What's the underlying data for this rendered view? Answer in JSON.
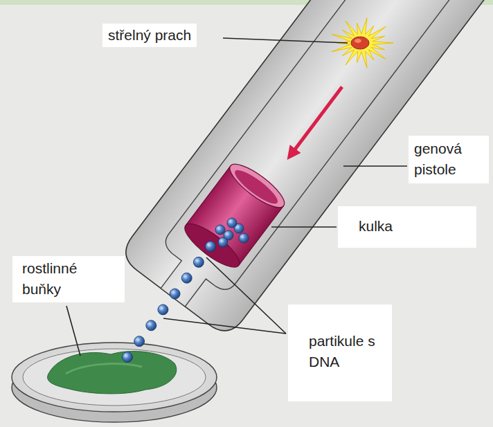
{
  "diagram": {
    "nodes": [
      {
        "text": [
          "střelný prach"
        ]
      },
      {
        "text": [
          "genová pistole"
        ]
      },
      {
        "text": [
          "kulka"
        ]
      },
      {
        "text": [
          "rostlinné buňky"
        ]
      },
      {
        "text": [
          "partikule s DNA"
        ]
      }
    ]
  }
}
